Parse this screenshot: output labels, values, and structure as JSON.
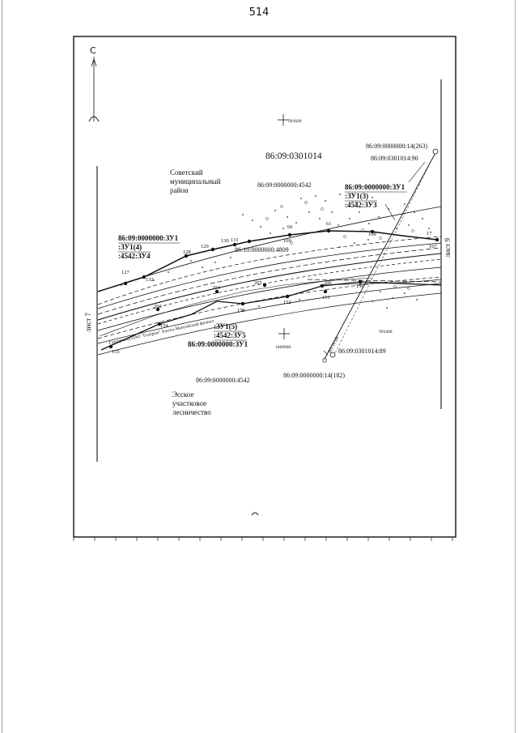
{
  "page_number": "514",
  "north_label": "С",
  "sheet_left": "лист 7",
  "sheet_right": "лист 9",
  "grid_x_top": "993600",
  "grid_x_bottom": "993400",
  "grid_y": "1660800",
  "area_main": "86:09:0301014",
  "municipal_district": [
    "Советский",
    "муниципальный",
    "район"
  ],
  "forestry": [
    "Эсское",
    "участковое",
    "лесничество"
  ],
  "parcel_4542_top": "86:09:0000000:4542",
  "parcel_4542_bottom": "86:09:0000000:4542",
  "parcel_4809": "86:10:0000000:4809",
  "parcel_14_263": "86:09:0000000:14(263)",
  "parcel_14_182": "86:09:0000000:14(182)",
  "parcel_0301014_90": "86:09:0301014:90",
  "parcel_0301014_89": "86:09:0301014:89",
  "label_zu4": [
    "86:09:0000000:ЗУ1",
    ":ЗУ1(4)",
    ":4542:ЗУ4"
  ],
  "label_zu3": [
    "86:09:0000000:ЗУ1",
    ":ЗУ1(3)",
    ":4542:ЗУ3"
  ],
  "label_zu5": [
    ":ЗУ1(5)",
    ":4542:ЗУ5",
    "86:09:0000000:ЗУ1"
  ],
  "pipeline_label": "Газопровод ПАО \"Газпром\" Ханты-Мансийский филиал",
  "powerline_label": "ВЛ-10 кВ",
  "points": {
    "p127": "127",
    "p132": "132",
    "p128": "128",
    "p129": "129",
    "p130": "130",
    "p131": "131",
    "p60": "60",
    "p61": "61",
    "p109": "109",
    "p108": "108",
    "p107": "107",
    "p17": "17",
    "p204": "204",
    "p205": "205",
    "p206": "206",
    "p150": "150",
    "p151": "151",
    "p152": "152",
    "p153": "153",
    "p154": "154",
    "p155": "155",
    "p203": "203"
  }
}
